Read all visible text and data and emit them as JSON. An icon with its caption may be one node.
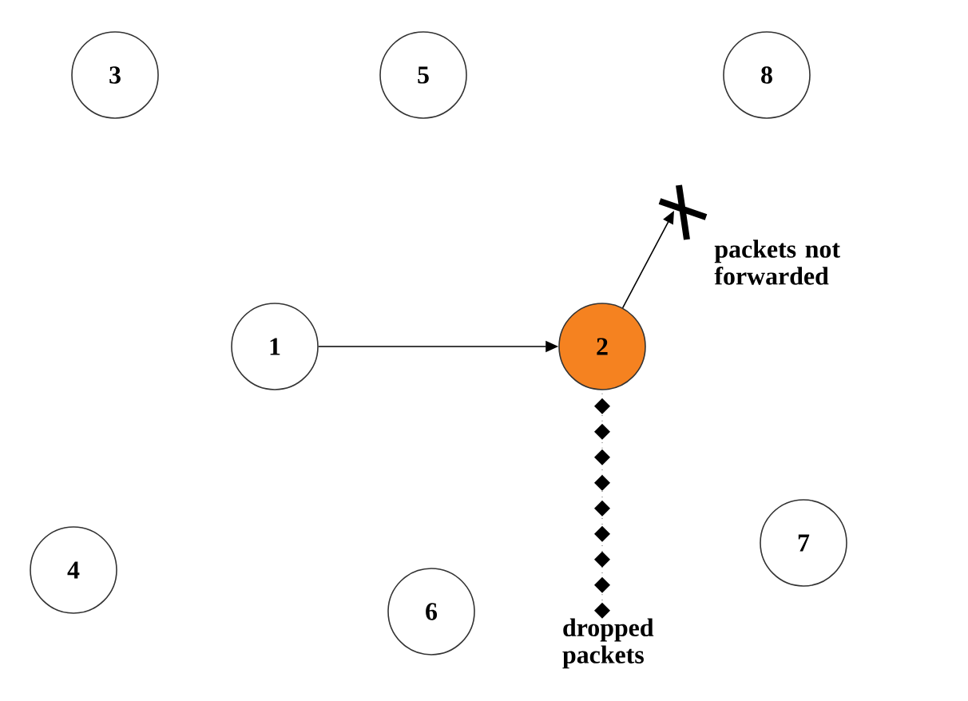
{
  "diagram": {
    "nodes": [
      {
        "text": [
          "3"
        ]
      },
      {
        "text": [
          "5"
        ]
      },
      {
        "text": [
          "8"
        ]
      },
      {
        "text": [
          "1"
        ]
      },
      {
        "text": [
          "2"
        ]
      },
      {
        "text": [
          "4"
        ]
      },
      {
        "text": [
          "7"
        ]
      },
      {
        "text": [
          "6"
        ]
      },
      {
        "text": [
          "dropped packets"
        ]
      }
    ],
    "edges": [
      {
        "from": 3,
        "to": 4,
        "arrow": "to"
      },
      {
        "from": 4,
        "to": null,
        "arrow": "to"
      },
      {
        "from": 4,
        "to": 8,
        "arrow": "other",
        "style": "dashed"
      }
    ],
    "labels": [
      "packets not forwarded"
    ]
  }
}
